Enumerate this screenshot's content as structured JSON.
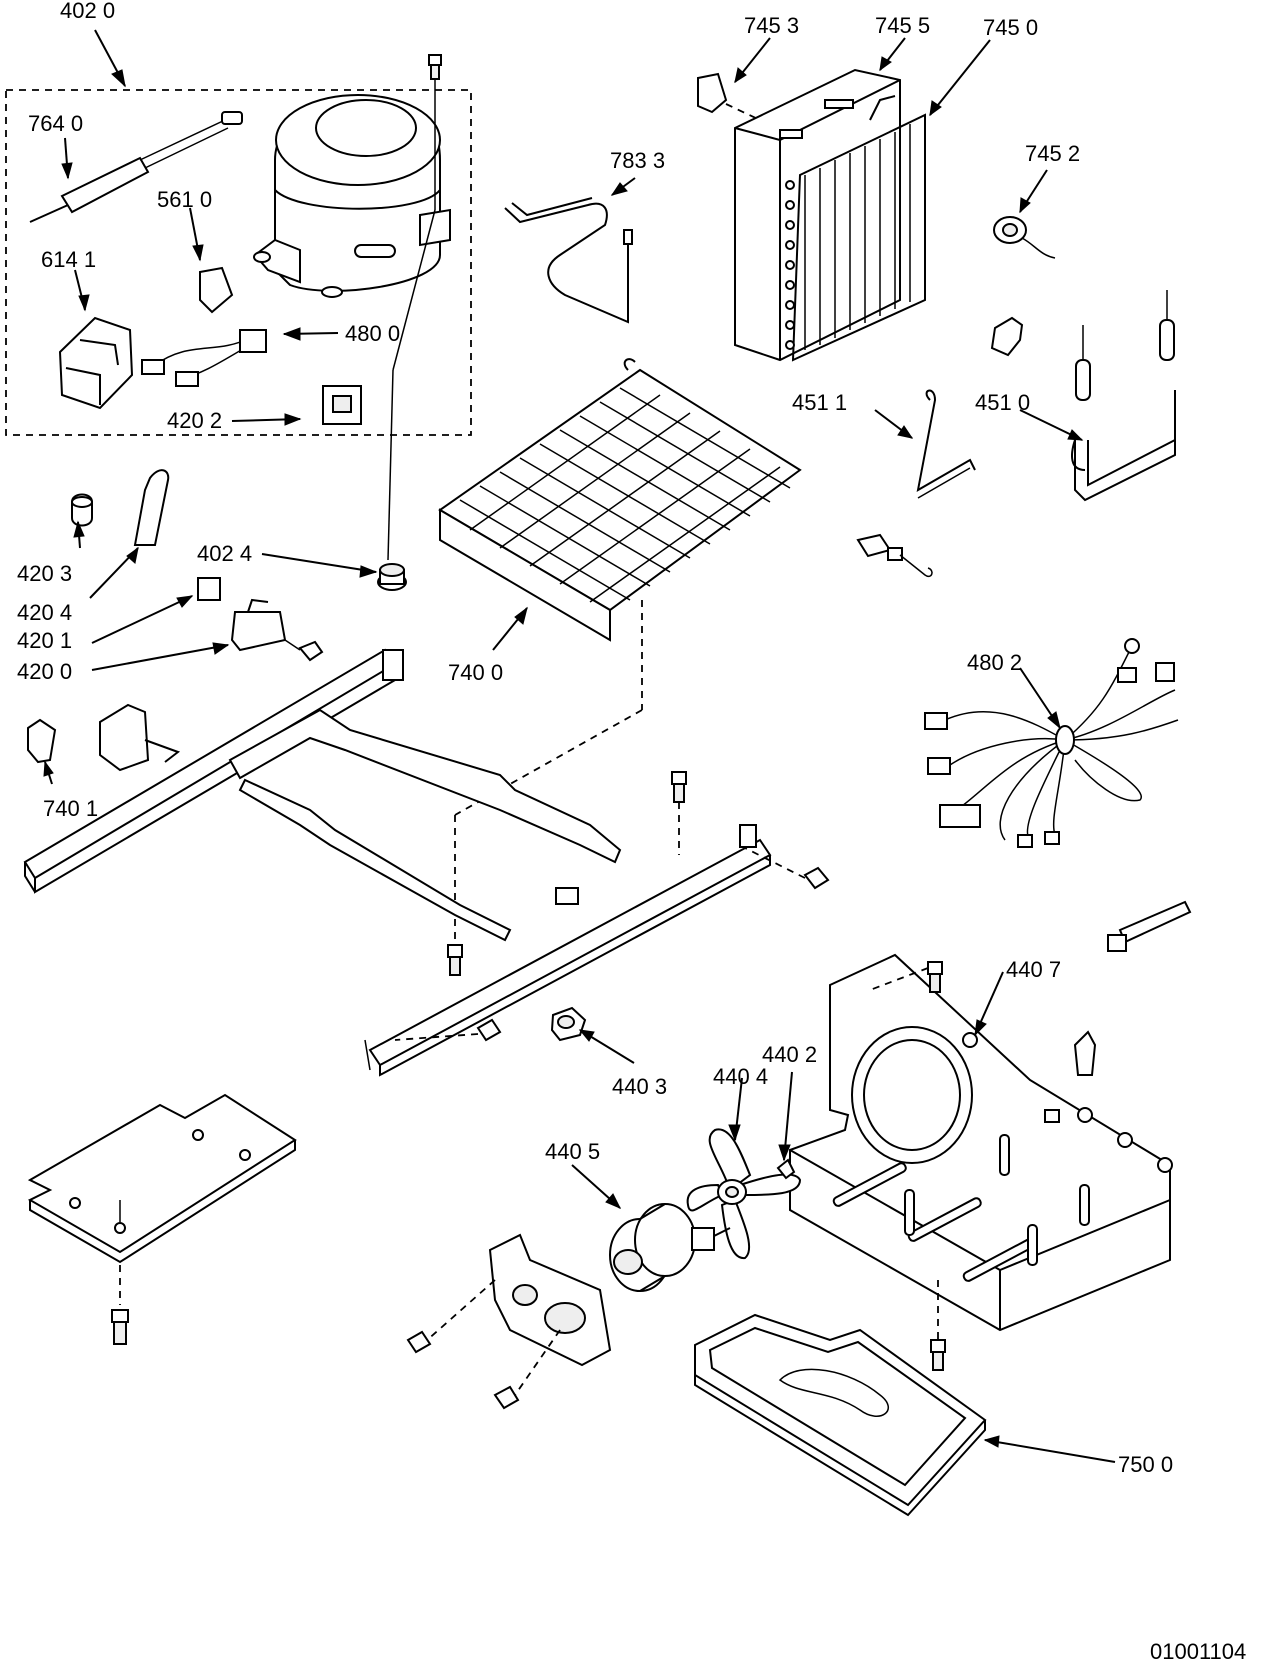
{
  "labels": {
    "l4020": "402 0",
    "l7640": "764 0",
    "l5610": "561 0",
    "l6141": "614 1",
    "l4800": "480 0",
    "l4202": "420 2",
    "l7833": "783 3",
    "l7453": "745 3",
    "l7455": "745 5",
    "l7450": "745 0",
    "l7452": "745 2",
    "l4511": "451 1",
    "l4510": "451 0",
    "l4203": "420 3",
    "l4204": "420 4",
    "l4024": "402 4",
    "l4201": "420 1",
    "l4200": "420 0",
    "l7400": "740 0",
    "l7401": "740 1",
    "l4802": "480 2",
    "l4407": "440 7",
    "l4402": "440 2",
    "l4404": "440 4",
    "l4403": "440 3",
    "l4405": "440 5",
    "l7500": "750 0",
    "doc_id": "01001104"
  }
}
